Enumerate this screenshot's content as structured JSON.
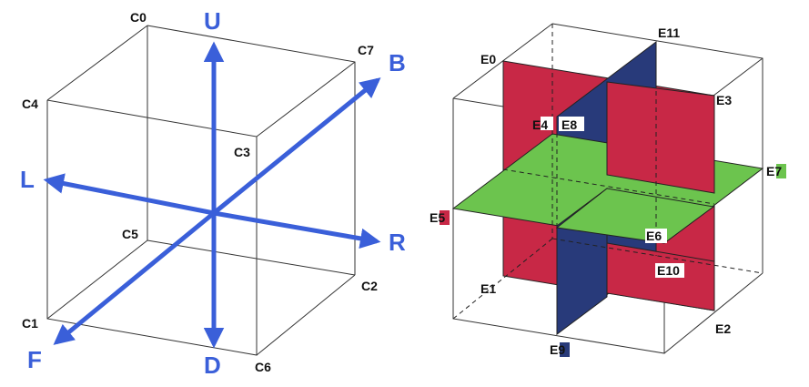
{
  "colors": {
    "axis_blue": "#3a5fd9",
    "plane_red": "#c82846",
    "plane_green": "#6cc44e",
    "plane_navy": "#283a7a",
    "line": "#333333"
  },
  "left_figure": {
    "corners": [
      "C0",
      "C7",
      "C4",
      "C3",
      "C5",
      "C2",
      "C1",
      "C6"
    ],
    "axes": {
      "up": "U",
      "down": "D",
      "left": "L",
      "right": "R",
      "back": "B",
      "front": "F"
    }
  },
  "right_figure": {
    "edges": [
      "E0",
      "E11",
      "E3",
      "E4",
      "E8",
      "E7",
      "E5",
      "E6",
      "E10",
      "E1",
      "E2",
      "E9"
    ]
  }
}
